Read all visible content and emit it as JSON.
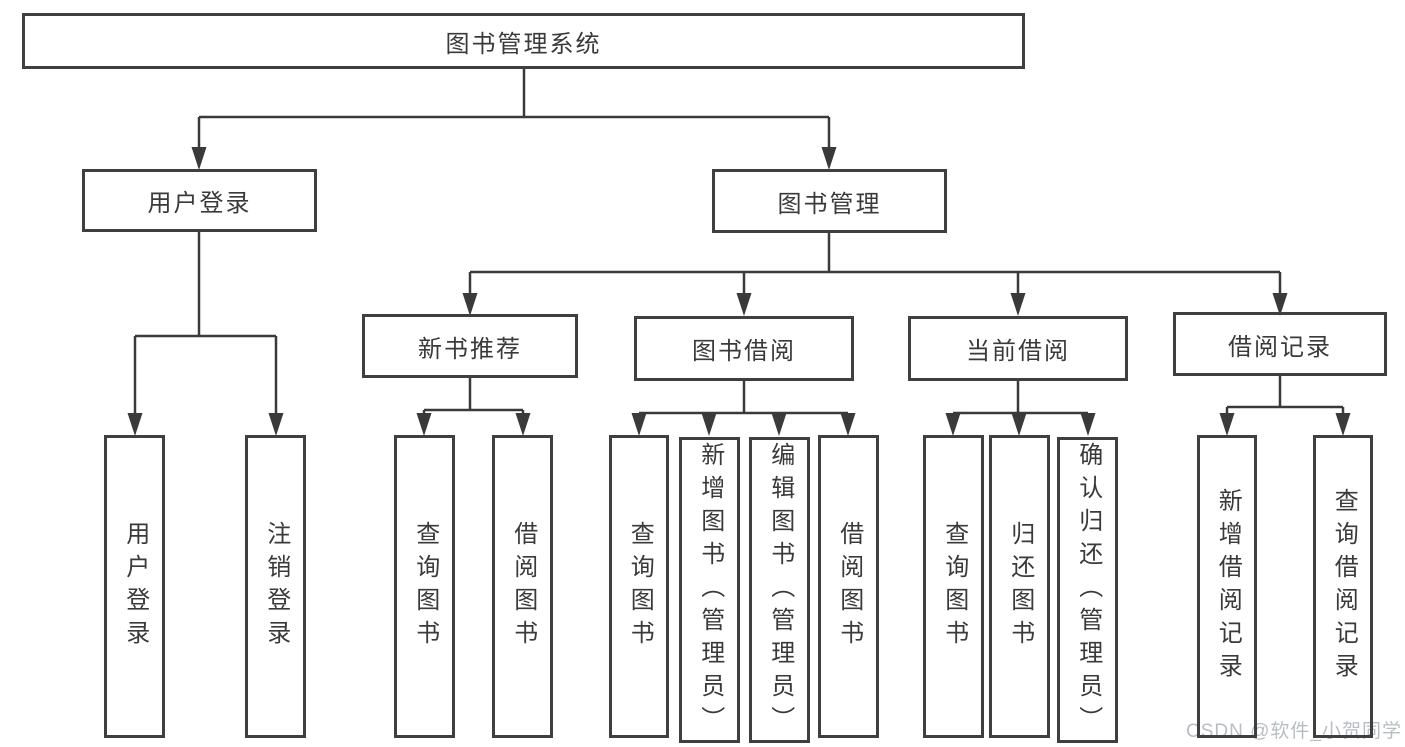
{
  "tree": {
    "label": "图书管理系统",
    "children": [
      {
        "label": "用户登录",
        "children": [
          {
            "label": "用户登录"
          },
          {
            "label": "注销登录"
          }
        ]
      },
      {
        "label": "图书管理",
        "children": [
          {
            "label": "新书推荐",
            "children": [
              {
                "label": "查询图书"
              },
              {
                "label": "借阅图书"
              }
            ]
          },
          {
            "label": "图书借阅",
            "children": [
              {
                "label": "查询图书"
              },
              {
                "label": "新增图书（管理员）"
              },
              {
                "label": "编辑图书（管理员）"
              },
              {
                "label": "借阅图书"
              }
            ]
          },
          {
            "label": "当前借阅",
            "children": [
              {
                "label": "查询图书"
              },
              {
                "label": "归还图书"
              },
              {
                "label": "确认归还（管理员）"
              }
            ]
          },
          {
            "label": "借阅记录",
            "children": [
              {
                "label": "新增借阅记录"
              },
              {
                "label": "查询借阅记录"
              }
            ]
          }
        ]
      }
    ]
  },
  "watermark": {
    "text": "CSDN @软件_小贺同学"
  },
  "colors": {
    "line": "#3a3a3a",
    "border": "#3f3f3f",
    "text": "#3a3a3a",
    "watermark": "#b9bdc3",
    "background": "#ffffff"
  }
}
